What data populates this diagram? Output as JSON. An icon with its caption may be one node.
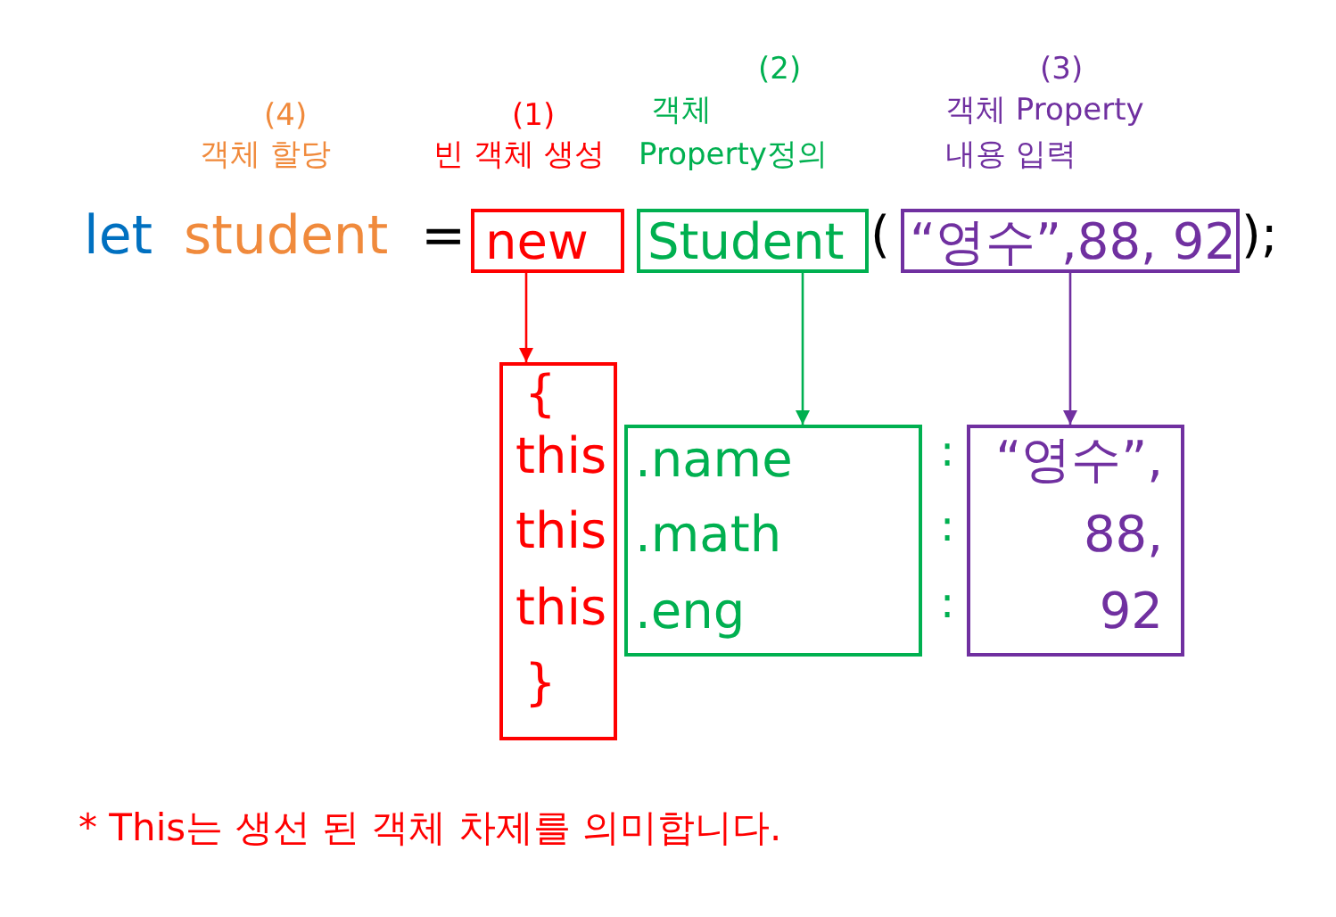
{
  "diagram": {
    "nodes": [
      {
        "text": [
          "new"
        ]
      },
      {
        "text": [
          "Student"
        ]
      },
      {
        "text": [
          "“영수”,88, 92"
        ]
      },
      {
        "text": [
          "{",
          "}"
        ]
      },
      {
        "text": [
          ".name",
          ".math",
          ".eng"
        ]
      },
      {
        "text": [
          "“영수”,",
          "88,",
          "92"
        ]
      }
    ],
    "edges": [
      {
        "from": 0,
        "to": 3,
        "arrow": "to",
        "color": "#ff0000"
      },
      {
        "from": 1,
        "to": 4,
        "arrow": "to",
        "color": "#00b050"
      },
      {
        "from": 2,
        "to": 5,
        "arrow": "to",
        "color": "#7030a0"
      }
    ],
    "labels": [
      "(2)",
      "(3)",
      "(4)",
      "(1)",
      "객체",
      "객체 Property",
      "객체 할당",
      "빈 객체 생성",
      "Property정의",
      "내용 입력",
      "let",
      "student",
      "=",
      "(",
      ");",
      "this",
      ":",
      "this",
      ":",
      "this",
      ":",
      "* This는 생선 된 객체 차제를 의미합니다."
    ]
  }
}
